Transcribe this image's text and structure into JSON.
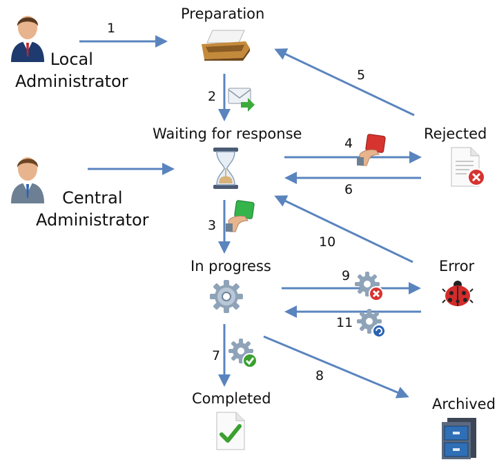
{
  "actors": {
    "local": [
      "Local",
      "Administrator"
    ],
    "central": [
      "Central",
      "Administrator"
    ]
  },
  "states": {
    "preparation": "Preparation",
    "waiting": "Waiting for response",
    "rejected": "Rejected",
    "in_progress": "In progress",
    "error": "Error",
    "completed": "Completed",
    "archived": "Archived"
  },
  "transitions": [
    "1",
    "2",
    "3",
    "4",
    "5",
    "6",
    "7",
    "8",
    "9",
    "10",
    "11"
  ],
  "icons": {
    "local_admin": "person-icon",
    "central_admin": "person-icon",
    "preparation": "inbox-tray-icon",
    "waiting": "hourglass-icon",
    "rejected": "document-error-icon",
    "in_progress": "gear-icon",
    "error": "ladybug-icon",
    "completed": "document-check-icon",
    "archived": "filing-cabinet-icon",
    "t2": "envelope-forward-icon",
    "t3": "green-card-icon",
    "t4": "red-card-icon",
    "t7": "gear-check-icon",
    "t9": "gear-error-icon",
    "t11": "gear-refresh-icon"
  },
  "colors": {
    "arrow": "#5a84be"
  }
}
